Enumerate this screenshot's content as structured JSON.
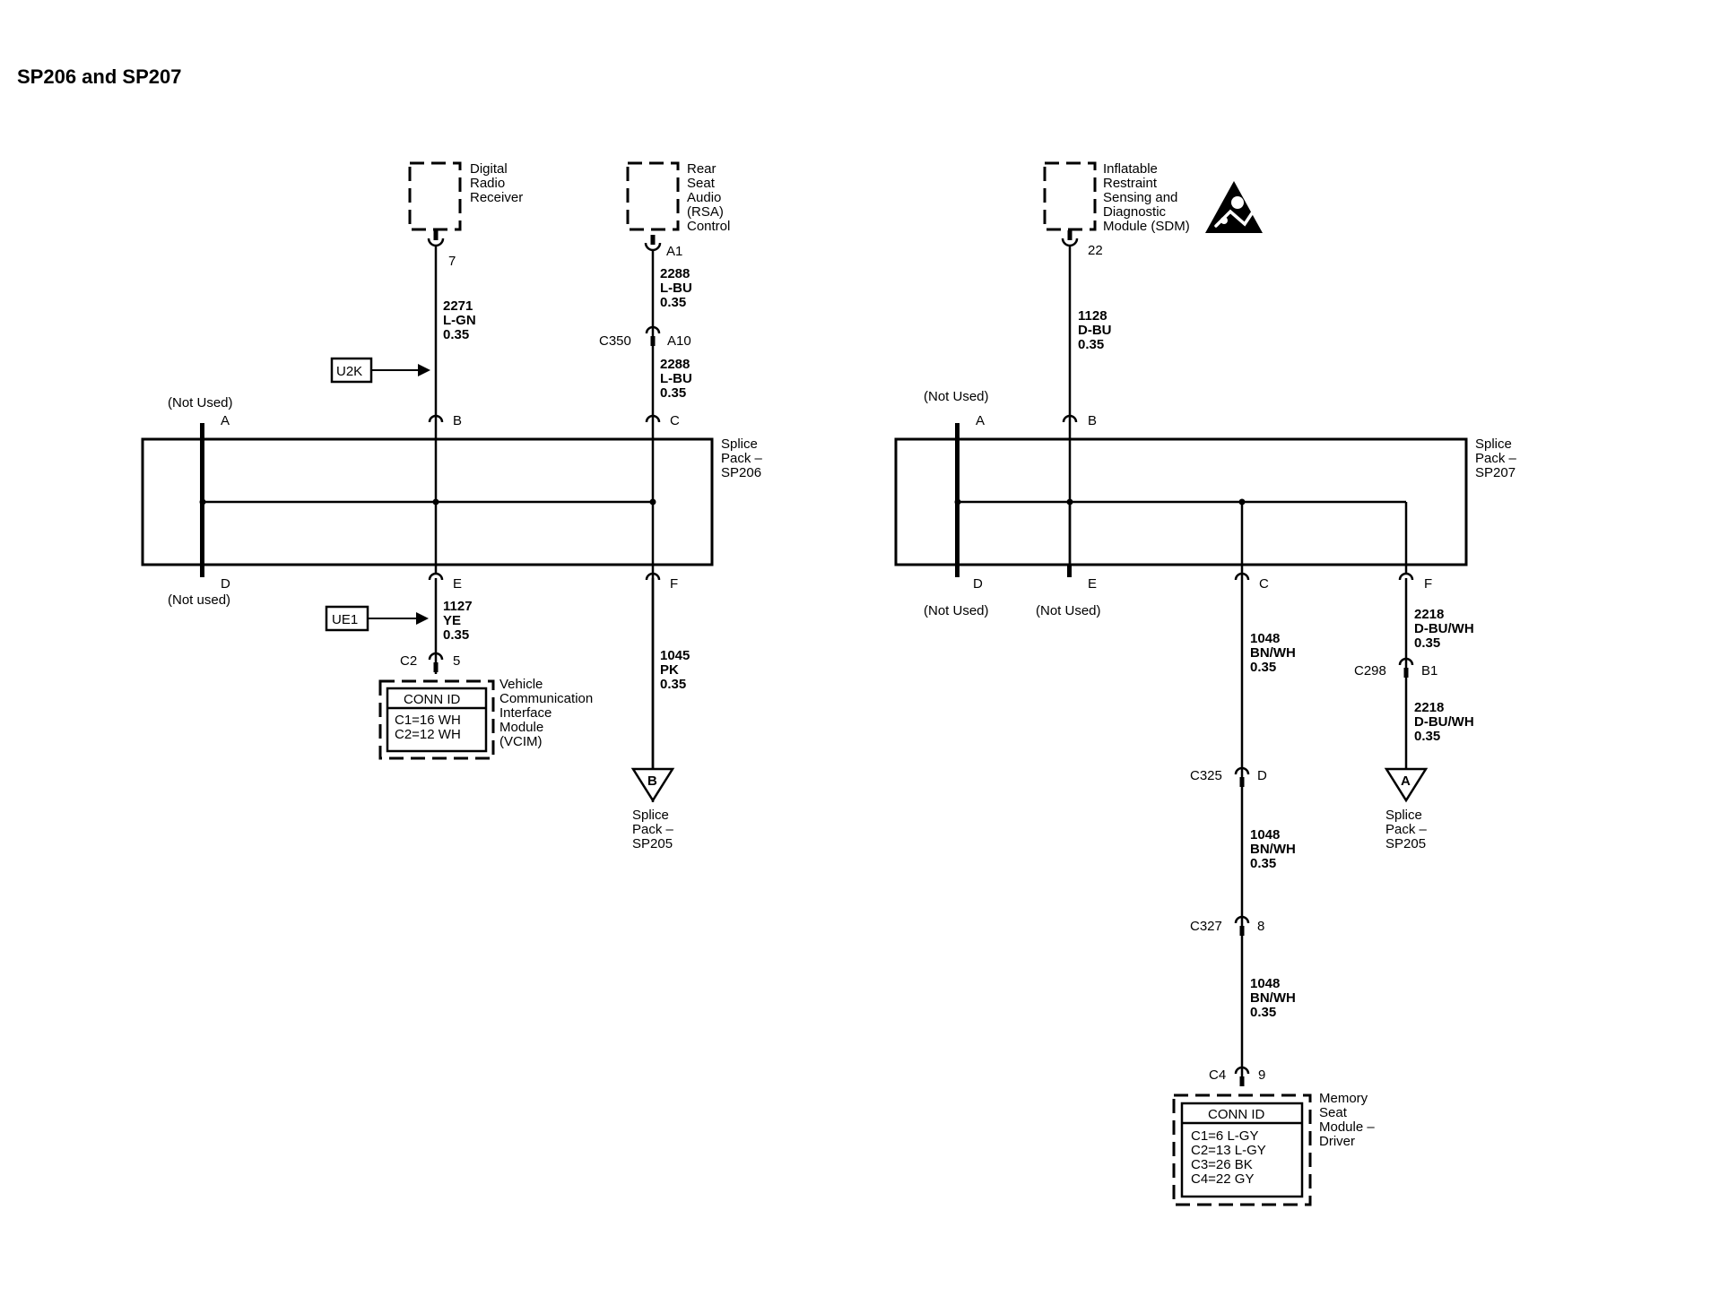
{
  "title": "SP206 and SP207",
  "left": {
    "modules": {
      "drr": [
        "Digital",
        "Radio",
        "Receiver"
      ],
      "rsa": [
        "Rear",
        "Seat",
        "Audio",
        "(RSA)",
        "Control"
      ],
      "vcim": [
        "Vehicle",
        "Communication",
        "Interface",
        "Module",
        "(VCIM)"
      ]
    },
    "pins": {
      "drr": "7",
      "rsa_a1": "A1",
      "c350": "C350",
      "a10": "A10",
      "a": "A",
      "b": "B",
      "c": "C",
      "d": "D",
      "e": "E",
      "f": "F",
      "c2": "C2",
      "five": "5"
    },
    "wires": {
      "w2271": [
        "2271",
        "L-GN",
        "0.35"
      ],
      "w2288_upper": [
        "2288",
        "L-BU",
        "0.35"
      ],
      "w2288_lower": [
        "2288",
        "L-BU",
        "0.35"
      ],
      "w1127": [
        "1127",
        "YE",
        "0.35"
      ],
      "w1045": [
        "1045",
        "PK",
        "0.35"
      ]
    },
    "not_used_top": "(Not Used)",
    "not_used_bottom": "(Not used)",
    "splice": [
      "Splice",
      "Pack –",
      "SP206"
    ],
    "tag_u2k": "U2K",
    "tag_ue1": "UE1",
    "conn_id": "CONN ID",
    "conn_rows": [
      "C1=16 WH",
      "C2=12 WH"
    ],
    "ref_letter": "B",
    "ref_label": [
      "Splice",
      "Pack –",
      "SP205"
    ]
  },
  "right": {
    "modules": {
      "sdm": [
        "Inflatable",
        "Restraint",
        "Sensing and",
        "Diagnostic",
        "Module (SDM)"
      ],
      "msm": [
        "Memory",
        "Seat",
        "Module –",
        "Driver"
      ]
    },
    "pins": {
      "sdm": "22",
      "a": "A",
      "b": "B",
      "c": "C",
      "d": "D",
      "e": "E",
      "f": "F",
      "c298": "C298",
      "b1": "B1",
      "c325": "C325",
      "d_pin": "D",
      "c327": "C327",
      "eight": "8",
      "c4": "C4",
      "nine": "9"
    },
    "wires": {
      "w1128": [
        "1128",
        "D-BU",
        "0.35"
      ],
      "w2218_upper": [
        "2218",
        "D-BU/WH",
        "0.35"
      ],
      "w2218_lower": [
        "2218",
        "D-BU/WH",
        "0.35"
      ],
      "w1048_1": [
        "1048",
        "BN/WH",
        "0.35"
      ],
      "w1048_2": [
        "1048",
        "BN/WH",
        "0.35"
      ],
      "w1048_3": [
        "1048",
        "BN/WH",
        "0.35"
      ]
    },
    "not_used_top": "(Not Used)",
    "not_used_d": "(Not Used)",
    "not_used_e": "(Not Used)",
    "splice": [
      "Splice",
      "Pack –",
      "SP207"
    ],
    "conn_id": "CONN ID",
    "conn_rows": [
      "C1=6 L-GY",
      "C2=13 L-GY",
      "C3=26 BK",
      "C4=22 GY"
    ],
    "ref_letter": "A",
    "ref_label": [
      "Splice",
      "Pack –",
      "SP205"
    ]
  }
}
